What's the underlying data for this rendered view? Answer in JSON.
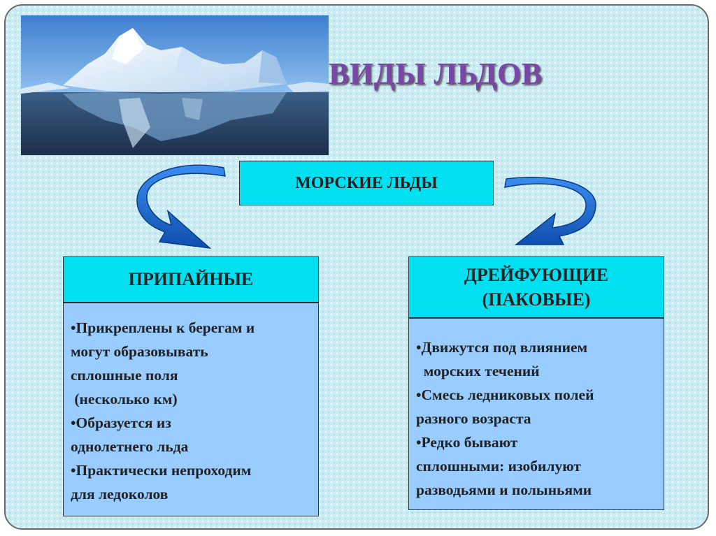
{
  "slide": {
    "title": "ВИДЫ ЛЬДОВ",
    "photo_icon": "iceberg-photo",
    "main_box": "МОРСКИЕ ЛЬДЫ",
    "categories": [
      {
        "heading": [
          "ПРИПАЙНЫЕ"
        ],
        "lines": [
          "•Прикреплены к берегам и",
          "могут образовывать",
          "сплошные поля",
          " (несколько км)",
          "•Образуется из",
          "однолетнего льда",
          "•Практически непроходим",
          "для ледоколов"
        ]
      },
      {
        "heading": [
          "ДРЕЙФУЮЩИЕ",
          "(ПАКОВЫЕ)"
        ],
        "lines": [
          "•Движутся под влиянием",
          "  морских течений",
          "•Смесь ледниковых полей",
          "разного возраста",
          "•Редко бывают",
          "сплошными: изобилуют",
          "разводьями и полыньями"
        ]
      }
    ],
    "colors": {
      "background": "#c9ecf3",
      "title": "#7a46a8",
      "heading_fill": "#00e0f0",
      "body_fill": "#99ccff",
      "arrow": "#1f6ad0"
    }
  }
}
